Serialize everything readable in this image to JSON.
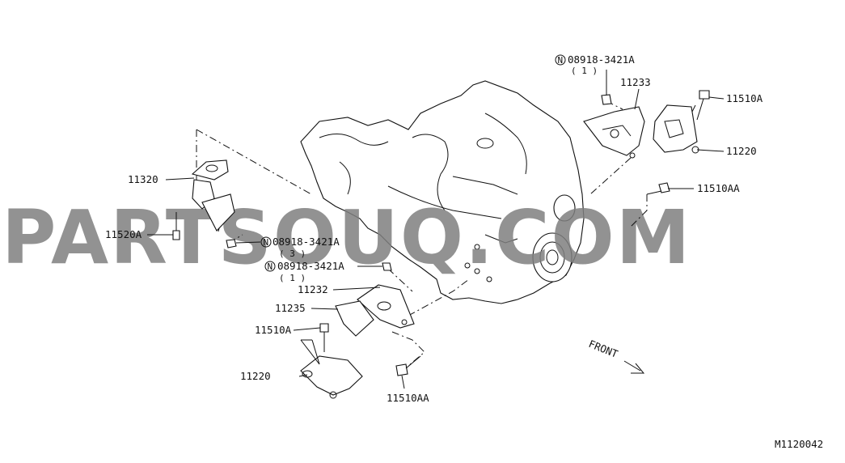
{
  "watermark": "PARTSOUQ.COM",
  "drawing_code": "M1120042",
  "front_label": "FRONT",
  "n_symbol": "N",
  "labels": {
    "p11320": "11320",
    "p11520A": "11520A",
    "n08918_3a": "08918-3421A",
    "n08918_3a_qty": "( 3 )",
    "n08918_1a": "08918-3421A",
    "n08918_1a_qty": "( 1 )",
    "p11232": "11232",
    "p11235": "11235",
    "p11510A_left": "11510A",
    "p11220_left": "11220",
    "p11510AA_bottom": "11510AA",
    "n08918_top": "08918-3421A",
    "n08918_top_qty": "( 1 )",
    "p11233": "11233",
    "p11510A_right": "11510A",
    "p11220_right": "11220",
    "p11510AA_right": "11510AA"
  }
}
